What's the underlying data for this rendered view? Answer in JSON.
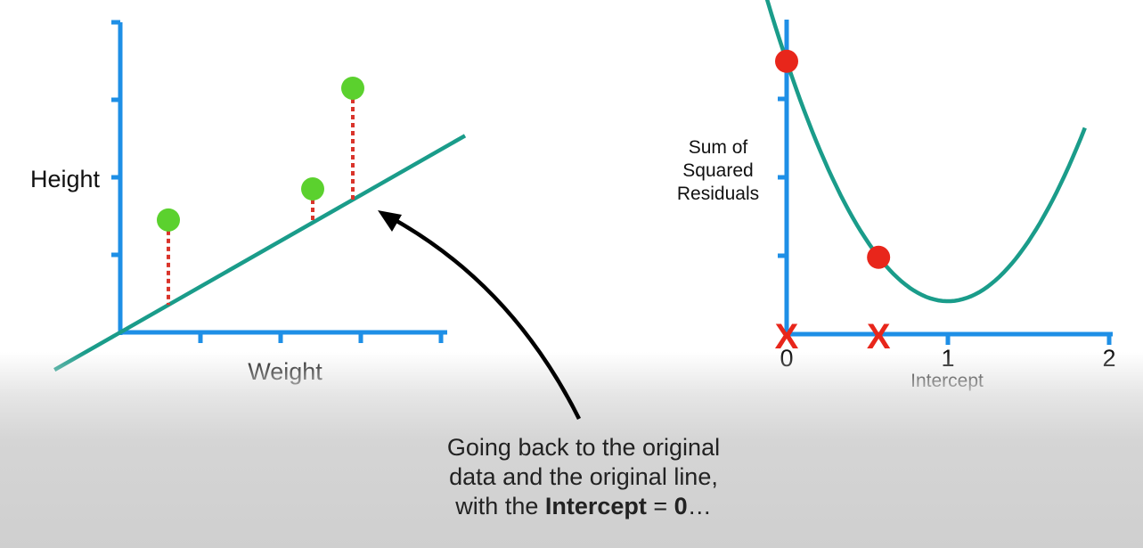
{
  "chart_data": [
    {
      "type": "scatter",
      "xlabel": "Weight",
      "ylabel": "Height",
      "points": [
        {
          "x": 0.6,
          "y": 1.45
        },
        {
          "x": 2.4,
          "y": 1.85
        },
        {
          "x": 2.9,
          "y": 3.15
        }
      ],
      "line": {
        "intercept": 0,
        "slope": 0.59
      },
      "residual_color": "#d9342b",
      "point_color": "#5bd12e",
      "line_color": "#1a9c8a",
      "axis_color": "#1e8fe6",
      "xlim": [
        0,
        4
      ],
      "ylim": [
        0,
        4
      ]
    },
    {
      "type": "line",
      "xlabel": "Intercept",
      "ylabel": "Sum of Squared Residuals",
      "ylabel_lines": [
        "Sum of",
        "Squared",
        "Residuals"
      ],
      "x_ticks": [
        "0",
        "1",
        "2"
      ],
      "curve": {
        "vertex_x": 1,
        "vertex_y": 0.42,
        "scale": 3.06,
        "x_range": [
          -0.17,
          1.85
        ]
      },
      "points": [
        {
          "x": 0,
          "y": 3.48
        },
        {
          "x": 0.57,
          "y": 0.98
        }
      ],
      "x_markers": [
        0,
        0.57
      ],
      "marker_label": "X",
      "point_color": "#e8261b",
      "curve_color": "#1a9c8a",
      "axis_color": "#1e8fe6",
      "xlim": [
        0,
        2
      ],
      "ylim": [
        0,
        4
      ]
    }
  ],
  "caption": {
    "line1": "Going back to the original",
    "line2": "data and the original line,",
    "line3_prefix": "with the ",
    "line3_bold": "Intercept",
    "line3_mid": " = ",
    "line3_bold2": "0",
    "line3_suffix": "…"
  }
}
